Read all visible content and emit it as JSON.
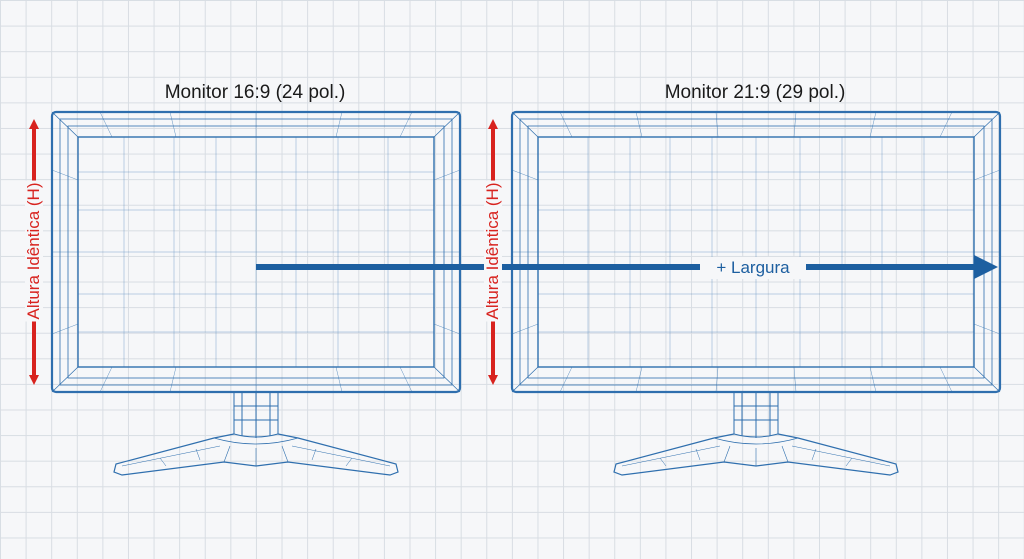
{
  "monitors": [
    {
      "title": "Monitor 16:9 (24 pol.)",
      "aspect_ratio": "16:9",
      "size": "24 pol."
    },
    {
      "title": "Monitor 21:9 (29 pol.)",
      "aspect_ratio": "21:9",
      "size": "29 pol."
    }
  ],
  "height_label": "Altura Idêntica (H)",
  "width_label": "+ Largura",
  "colors": {
    "wireframe": "#2f6fae",
    "width_arrow": "#1d5fa0",
    "height_arrow": "#d8231f",
    "grid": "#d8dde3"
  }
}
